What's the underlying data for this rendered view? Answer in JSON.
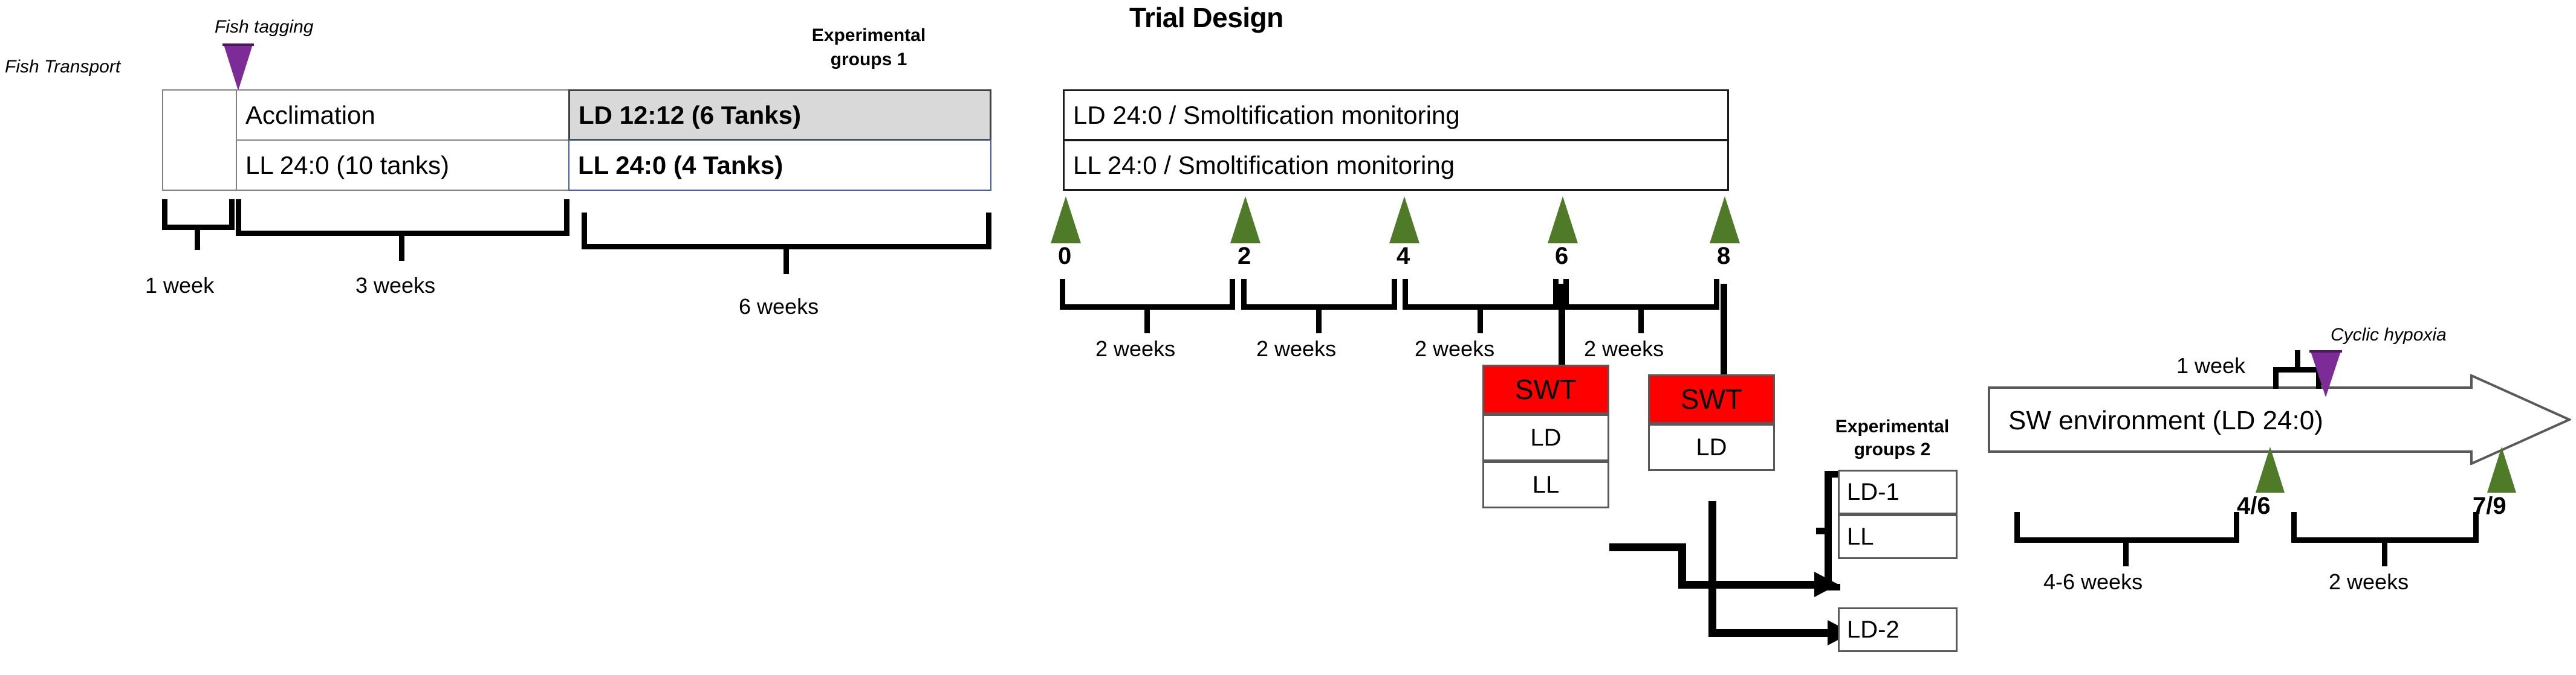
{
  "figure": {
    "title": "Trial Design"
  },
  "annotations": {
    "fish_transport": "Fish Transport",
    "fish_tagging": "Fish tagging",
    "experimental_groups_1": "Experimental\ngroups 1",
    "experimental_groups_1_line1": "Experimental",
    "experimental_groups_1_line2": "groups 1",
    "experimental_groups_2_line1": "Experimental",
    "experimental_groups_2_line2": "groups 2",
    "cyclic_hypoxia": "Cyclic hypoxia"
  },
  "timeline_table": {
    "transport_cell": "",
    "rows": [
      {
        "phase_label": "Acclimation",
        "group_label": "LD 12:12 (6 Tanks)",
        "monitor_label": "LD 24:0 / Smoltification monitoring"
      },
      {
        "phase_label": "LL 24:0 (10 tanks)",
        "group_label": "LL 24:0 (4 Tanks)",
        "monitor_label": "LL 24:0 / Smoltification monitoring"
      }
    ]
  },
  "duration_brackets": [
    {
      "label": "1 week"
    },
    {
      "label": "3 weeks"
    },
    {
      "label": "6 weeks"
    }
  ],
  "sampling": {
    "tick_labels": [
      "0",
      "2",
      "4",
      "6",
      "8"
    ],
    "interval_labels": [
      "2 weeks",
      "2 weeks",
      "2 weeks",
      "2 weeks"
    ]
  },
  "swt_stacks": [
    {
      "top": "SWT",
      "items": [
        "LD",
        "LL"
      ]
    },
    {
      "top": "SWT",
      "items": [
        "LD"
      ]
    }
  ],
  "experimental_groups_2": {
    "braced_box": {
      "items": [
        "LD-1",
        "LL"
      ]
    },
    "single_box": {
      "label": "LD-2"
    }
  },
  "sw_phase": {
    "arrow_label": "SW environment (LD 24:0)",
    "one_week_label": "1 week",
    "brackets": [
      {
        "label": "4-6 weeks"
      },
      {
        "label": "2 weeks"
      }
    ],
    "tick_labels": [
      "4/6",
      "7/9"
    ]
  },
  "colors": {
    "green_marker": "#4f7a28",
    "purple_marker": "#7d2b97",
    "red_box": "#ff0000",
    "grey_cell": "#d9d9d9",
    "blue_border": "#44608f"
  }
}
